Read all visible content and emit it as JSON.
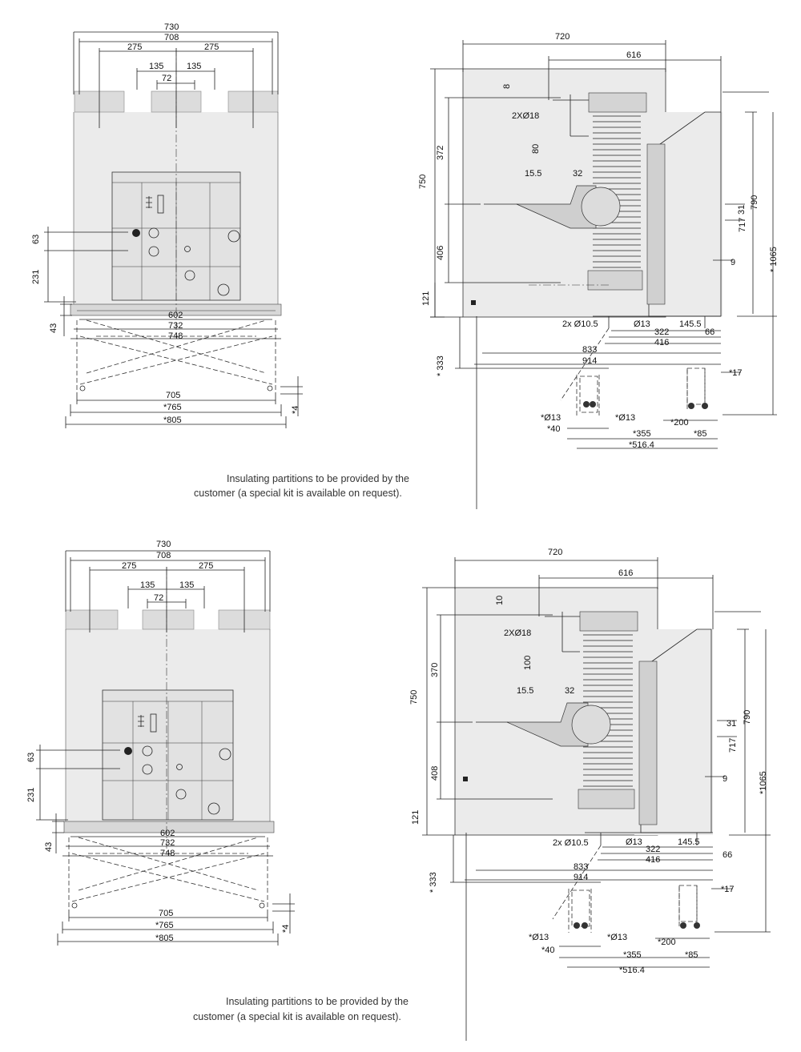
{
  "drawings": [
    {
      "id": "top",
      "front_view": {
        "widths": [
          "730",
          "708",
          "275",
          "275",
          "135",
          "135",
          "72"
        ],
        "heights": [
          "63",
          "231",
          "43"
        ],
        "base": [
          "602",
          "732",
          "748"
        ],
        "truck": [
          "705",
          "765",
          "805",
          "4"
        ],
        "stars": {
          "765": "*",
          "805": "*",
          "4": "*"
        }
      },
      "side_view": {
        "widths": [
          "720",
          "616"
        ],
        "heights": [
          "750",
          "372",
          "406",
          "121",
          "333"
        ],
        "terminal": [
          "8",
          "2XØ18",
          "80",
          "15.5",
          "32"
        ],
        "right": [
          "31",
          "717",
          "790",
          "1065",
          "9",
          "17"
        ],
        "bottom_row": [
          "2x Ø10.5",
          "Ø13",
          "145.5",
          "66",
          "322",
          "416",
          "833",
          "914"
        ],
        "lower": [
          "Ø13",
          "Ø13",
          "200",
          "40",
          "355",
          "85",
          "516.4"
        ]
      },
      "note_line1": "Insulating partitions to be provided by the",
      "note_line2": "customer (a special kit is available on request)."
    },
    {
      "id": "bottom",
      "front_view": {
        "widths": [
          "730",
          "708",
          "275",
          "275",
          "135",
          "135",
          "72"
        ],
        "heights": [
          "63",
          "231",
          "43"
        ],
        "base": [
          "602",
          "732",
          "748"
        ],
        "truck": [
          "705",
          "765",
          "805",
          "4"
        ]
      },
      "side_view": {
        "widths": [
          "720",
          "616"
        ],
        "heights": [
          "750",
          "370",
          "408",
          "121",
          "333"
        ],
        "terminal": [
          "10",
          "2XØ18",
          "100",
          "15.5",
          "32"
        ],
        "right": [
          "31",
          "717",
          "790",
          "1065",
          "9",
          "17"
        ],
        "bottom_row": [
          "2x Ø10.5",
          "Ø13",
          "145.5",
          "66",
          "322",
          "416",
          "833",
          "914"
        ],
        "lower": [
          "Ø13",
          "Ø13",
          "200",
          "40",
          "355",
          "85",
          "516.4"
        ]
      },
      "note_line1": "Insulating partitions to be provided by the",
      "note_line2": "customer (a special kit is available on request)."
    }
  ]
}
